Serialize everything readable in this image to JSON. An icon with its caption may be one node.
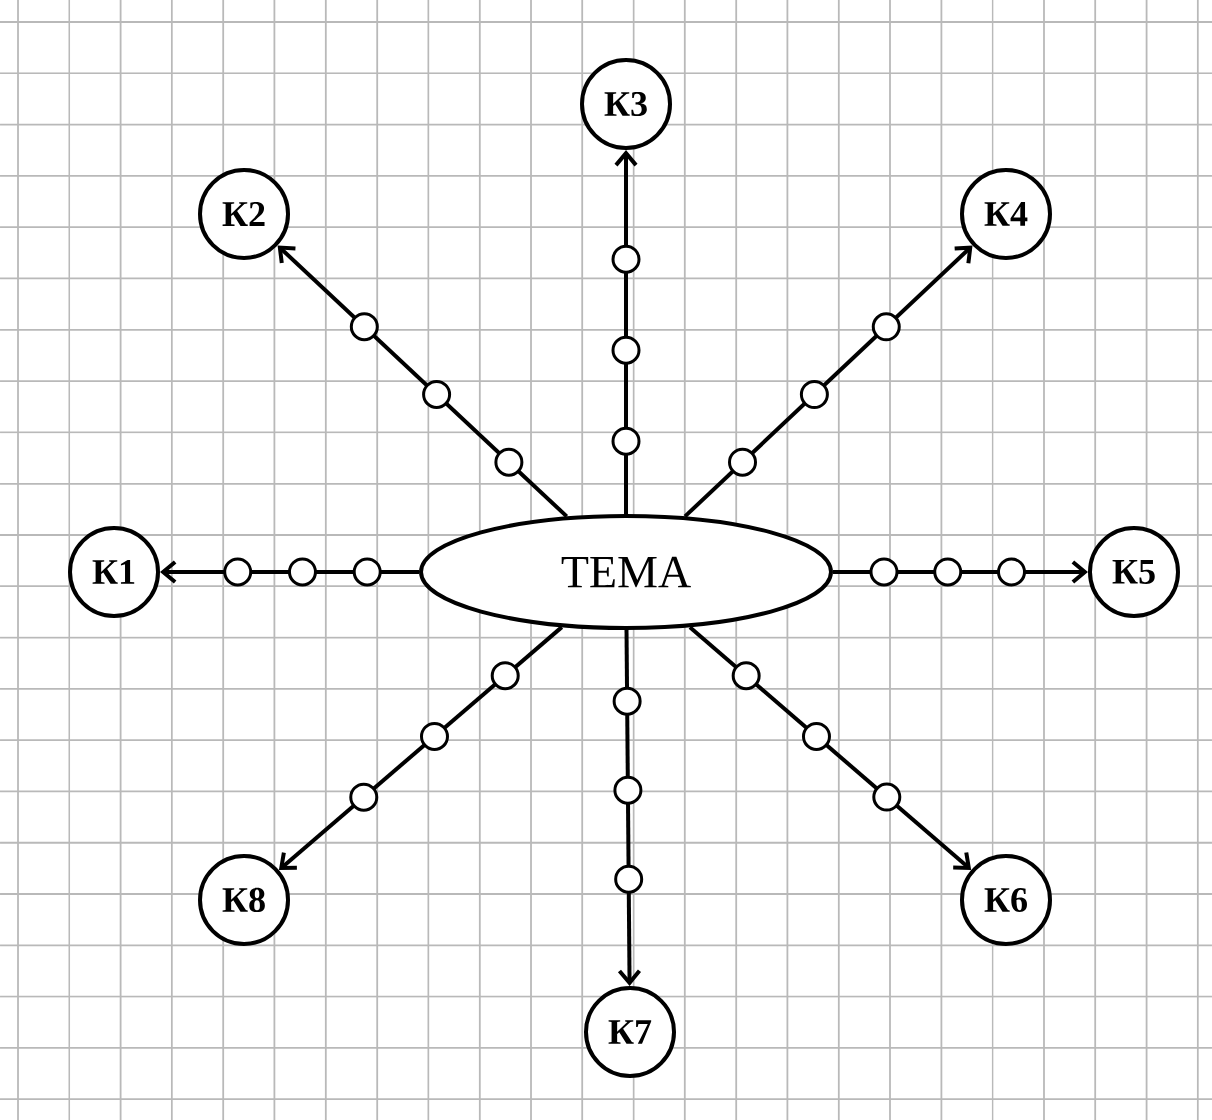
{
  "diagram": {
    "nodes": [
      {
        "text": [
          "ТЕМА"
        ]
      },
      {
        "text": [
          "К1"
        ]
      },
      {
        "text": [
          "К2"
        ]
      },
      {
        "text": [
          "К3"
        ]
      },
      {
        "text": [
          "К4"
        ]
      },
      {
        "text": [
          "К5"
        ]
      },
      {
        "text": [
          "К6"
        ]
      },
      {
        "text": [
          "К7"
        ]
      },
      {
        "text": [
          "К8"
        ]
      }
    ],
    "edges": [
      {
        "from": 0,
        "to": 1,
        "arrow": "to"
      },
      {
        "from": 0,
        "to": 2,
        "arrow": "to"
      },
      {
        "from": 0,
        "to": 3,
        "arrow": "to"
      },
      {
        "from": 0,
        "to": 4,
        "arrow": "to"
      },
      {
        "from": 0,
        "to": 5,
        "arrow": "to"
      },
      {
        "from": 0,
        "to": 6,
        "arrow": "to"
      },
      {
        "from": 0,
        "to": 7,
        "arrow": "to"
      },
      {
        "from": 0,
        "to": 8,
        "arrow": "to"
      }
    ]
  }
}
